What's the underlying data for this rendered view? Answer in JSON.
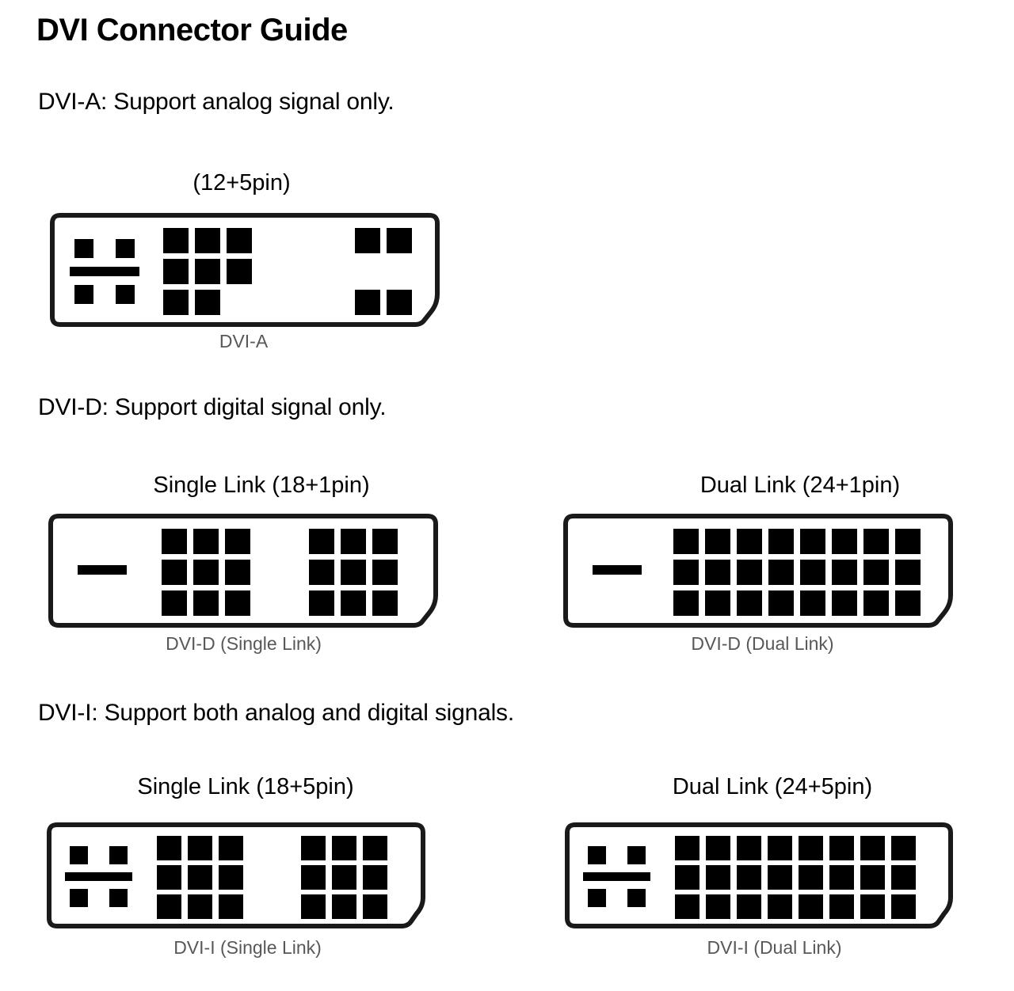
{
  "document": {
    "title": "DVI Connector Guide"
  },
  "sections": [
    {
      "id": "dvi-a",
      "heading": "DVI-A: Support analog signal only.",
      "connectors": [
        {
          "id": "dvi-a-connector",
          "pin_label": "(12+5pin)",
          "caption": "DVI-A",
          "analog": true,
          "digital_layout": "12pin"
        }
      ]
    },
    {
      "id": "dvi-d",
      "heading": "DVI-D: Support digital signal only.",
      "connectors": [
        {
          "id": "dvi-d-single",
          "pin_label": "Single Link (18+1pin)",
          "caption": "DVI-D (Single Link)",
          "analog": false,
          "digital_layout": "18pin"
        },
        {
          "id": "dvi-d-dual",
          "pin_label": "Dual Link (24+1pin)",
          "caption": "DVI-D (Dual Link)",
          "analog": false,
          "digital_layout": "24pin"
        }
      ]
    },
    {
      "id": "dvi-i",
      "heading": "DVI-I: Support both analog and digital signals.",
      "connectors": [
        {
          "id": "dvi-i-single",
          "pin_label": "Single Link (18+5pin)",
          "caption": "DVI-I (Single Link)",
          "analog": true,
          "digital_layout": "18pin"
        },
        {
          "id": "dvi-i-dual",
          "pin_label": "Dual Link (24+5pin)",
          "caption": "DVI-I (Dual Link)",
          "analog": true,
          "digital_layout": "24pin"
        }
      ]
    }
  ],
  "colors": {
    "text": "#000000",
    "caption": "#58585a",
    "shell_outline": "#1a1a1a",
    "pin_fill": "#000000",
    "background": "#ffffff"
  }
}
